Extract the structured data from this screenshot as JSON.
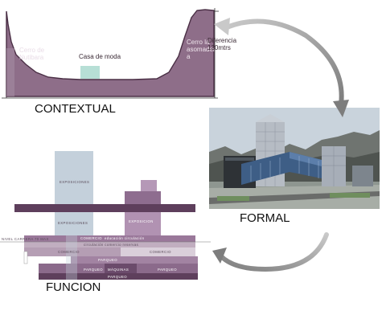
{
  "captions": {
    "contextual": "CONTEXTUAL",
    "formal": "FORMAL",
    "funcion": "FUNCION"
  },
  "contextual_section": {
    "labels": {
      "cerro_nutibara": [
        "Cerro de",
        "Nutibara"
      ],
      "casa_de_moda": "Casa de moda",
      "cerro_asomadera": [
        "Cerro la",
        "asomader",
        "a"
      ],
      "diferencia": [
        "Diferencia",
        "130mtrs"
      ]
    }
  },
  "funcion_section": {
    "blocks": {
      "exposiciones_top": "EXPOSICIONES",
      "exposiciones_mid": "EXPOSICIONES",
      "exposicion_right": "EXPOSICION",
      "comercio_top": "COMERCIO",
      "comercio_top_note": "educación circulación",
      "circulacion": "circulación comercio reservas",
      "comercio_left": "COMERCIO",
      "comercio_right": "COMERCIO",
      "parqueo_band": "PARQUEO",
      "parqueo_left": "PARQUEO",
      "maquinas": "MÁQUINAS",
      "parqueo_right": "PARQUEO",
      "parqueo_bottom": "PARQUEO",
      "street_label": "NIVEL CARRERA 70 MAX"
    }
  },
  "colors": {
    "terrain_fill": "#8e6e89",
    "terrain_line": "#4a2f45",
    "sky_blue": "#c4d0db",
    "dark_purple": "#5e3f5c",
    "mid_purple": "#9a789a",
    "light_purple": "#b59eb4",
    "arrow_gray": "#9e9e9e"
  }
}
